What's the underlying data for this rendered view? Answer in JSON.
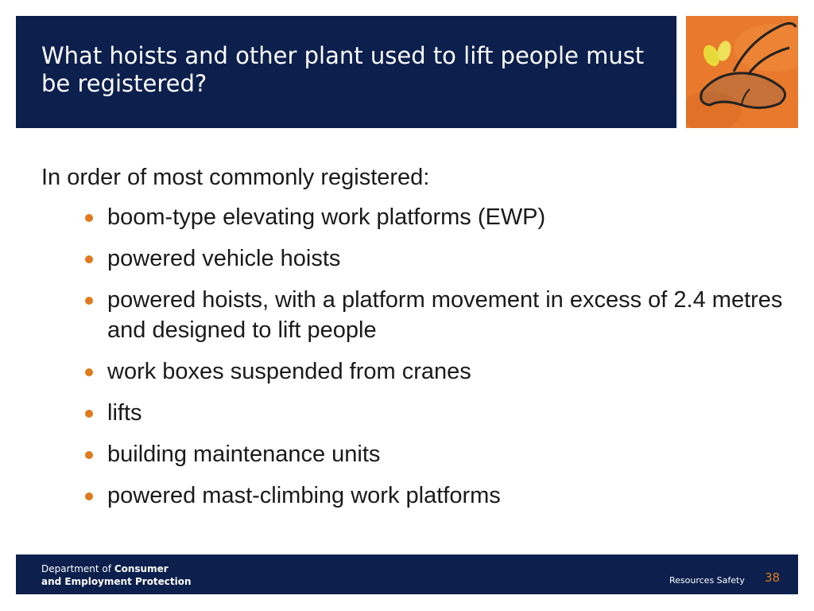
{
  "slide": {
    "title": "What hoists and other plant used to lift people must be registered?",
    "intro": "In order of most commonly registered:",
    "bullets": [
      "boom-type elevating work platforms (EWP)",
      "powered vehicle hoists",
      "powered hoists, with a platform movement in excess of 2.4 metres and designed to lift people",
      "work boxes suspended from cranes",
      "lifts",
      "building maintenance units",
      "powered mast-climbing work platforms"
    ]
  },
  "footer": {
    "department_prefix": "Department of ",
    "department_bold_1": "Consumer",
    "department_bold_2": "and Employment Protection",
    "resources": "Resources Safety",
    "page_number": "38"
  },
  "colors": {
    "navy": "#0c1f4d",
    "accent_orange": "#e07a1c",
    "photo_orange": "#e9792c"
  },
  "icons": {
    "photo": "safety-glasses-and-earplugs-photo"
  }
}
